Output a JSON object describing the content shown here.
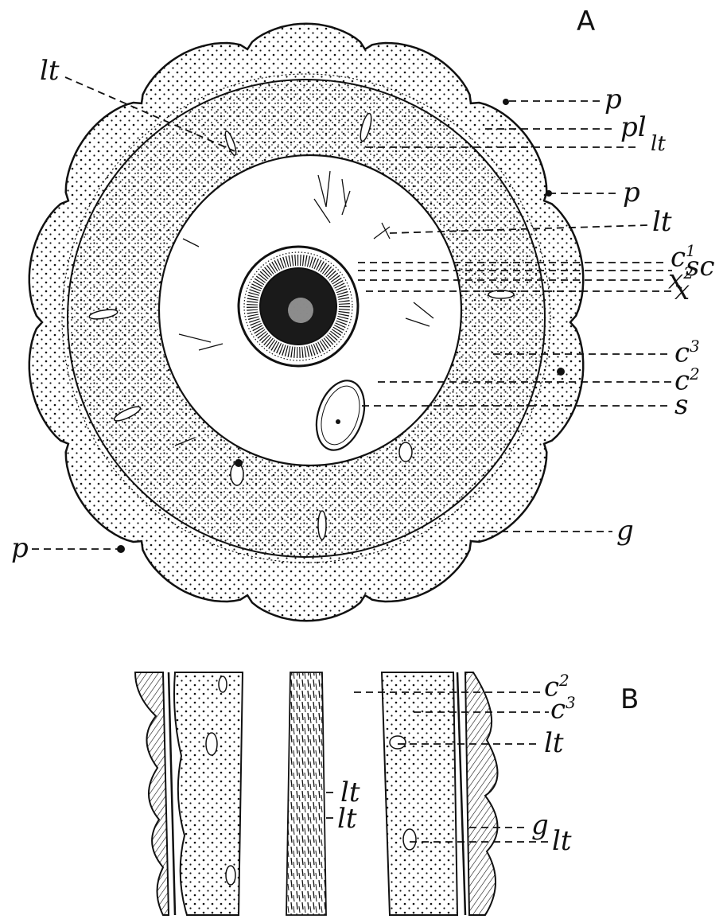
{
  "panels": {
    "a": "A",
    "b": "B"
  },
  "labels": {
    "a_lt_top": "lt",
    "a_p1": "p",
    "a_pl": "pl",
    "a_lt_sub": "lt",
    "a_p2": "p",
    "a_lt2": "lt",
    "a_c1": "c",
    "a_c1_sup": "1",
    "a_sc": "sc",
    "a_x2": "x",
    "a_x2_sup": "2",
    "a_x": "x",
    "a_c3": "c",
    "a_c3_sup": "3",
    "a_c2": "c",
    "a_c2_sup": "2",
    "a_s": "s",
    "a_g": "g",
    "a_p3": "p",
    "b_c2": "c",
    "b_c2_sup": "2",
    "b_c3": "c",
    "b_c3_sup": "3",
    "b_lt1": "lt",
    "b_lt_mid1": "lt",
    "b_lt_mid2": "lt",
    "b_g": "g",
    "b_lt2": "lt"
  },
  "colors": {
    "ink": "#111111",
    "paper": "#ffffff"
  }
}
